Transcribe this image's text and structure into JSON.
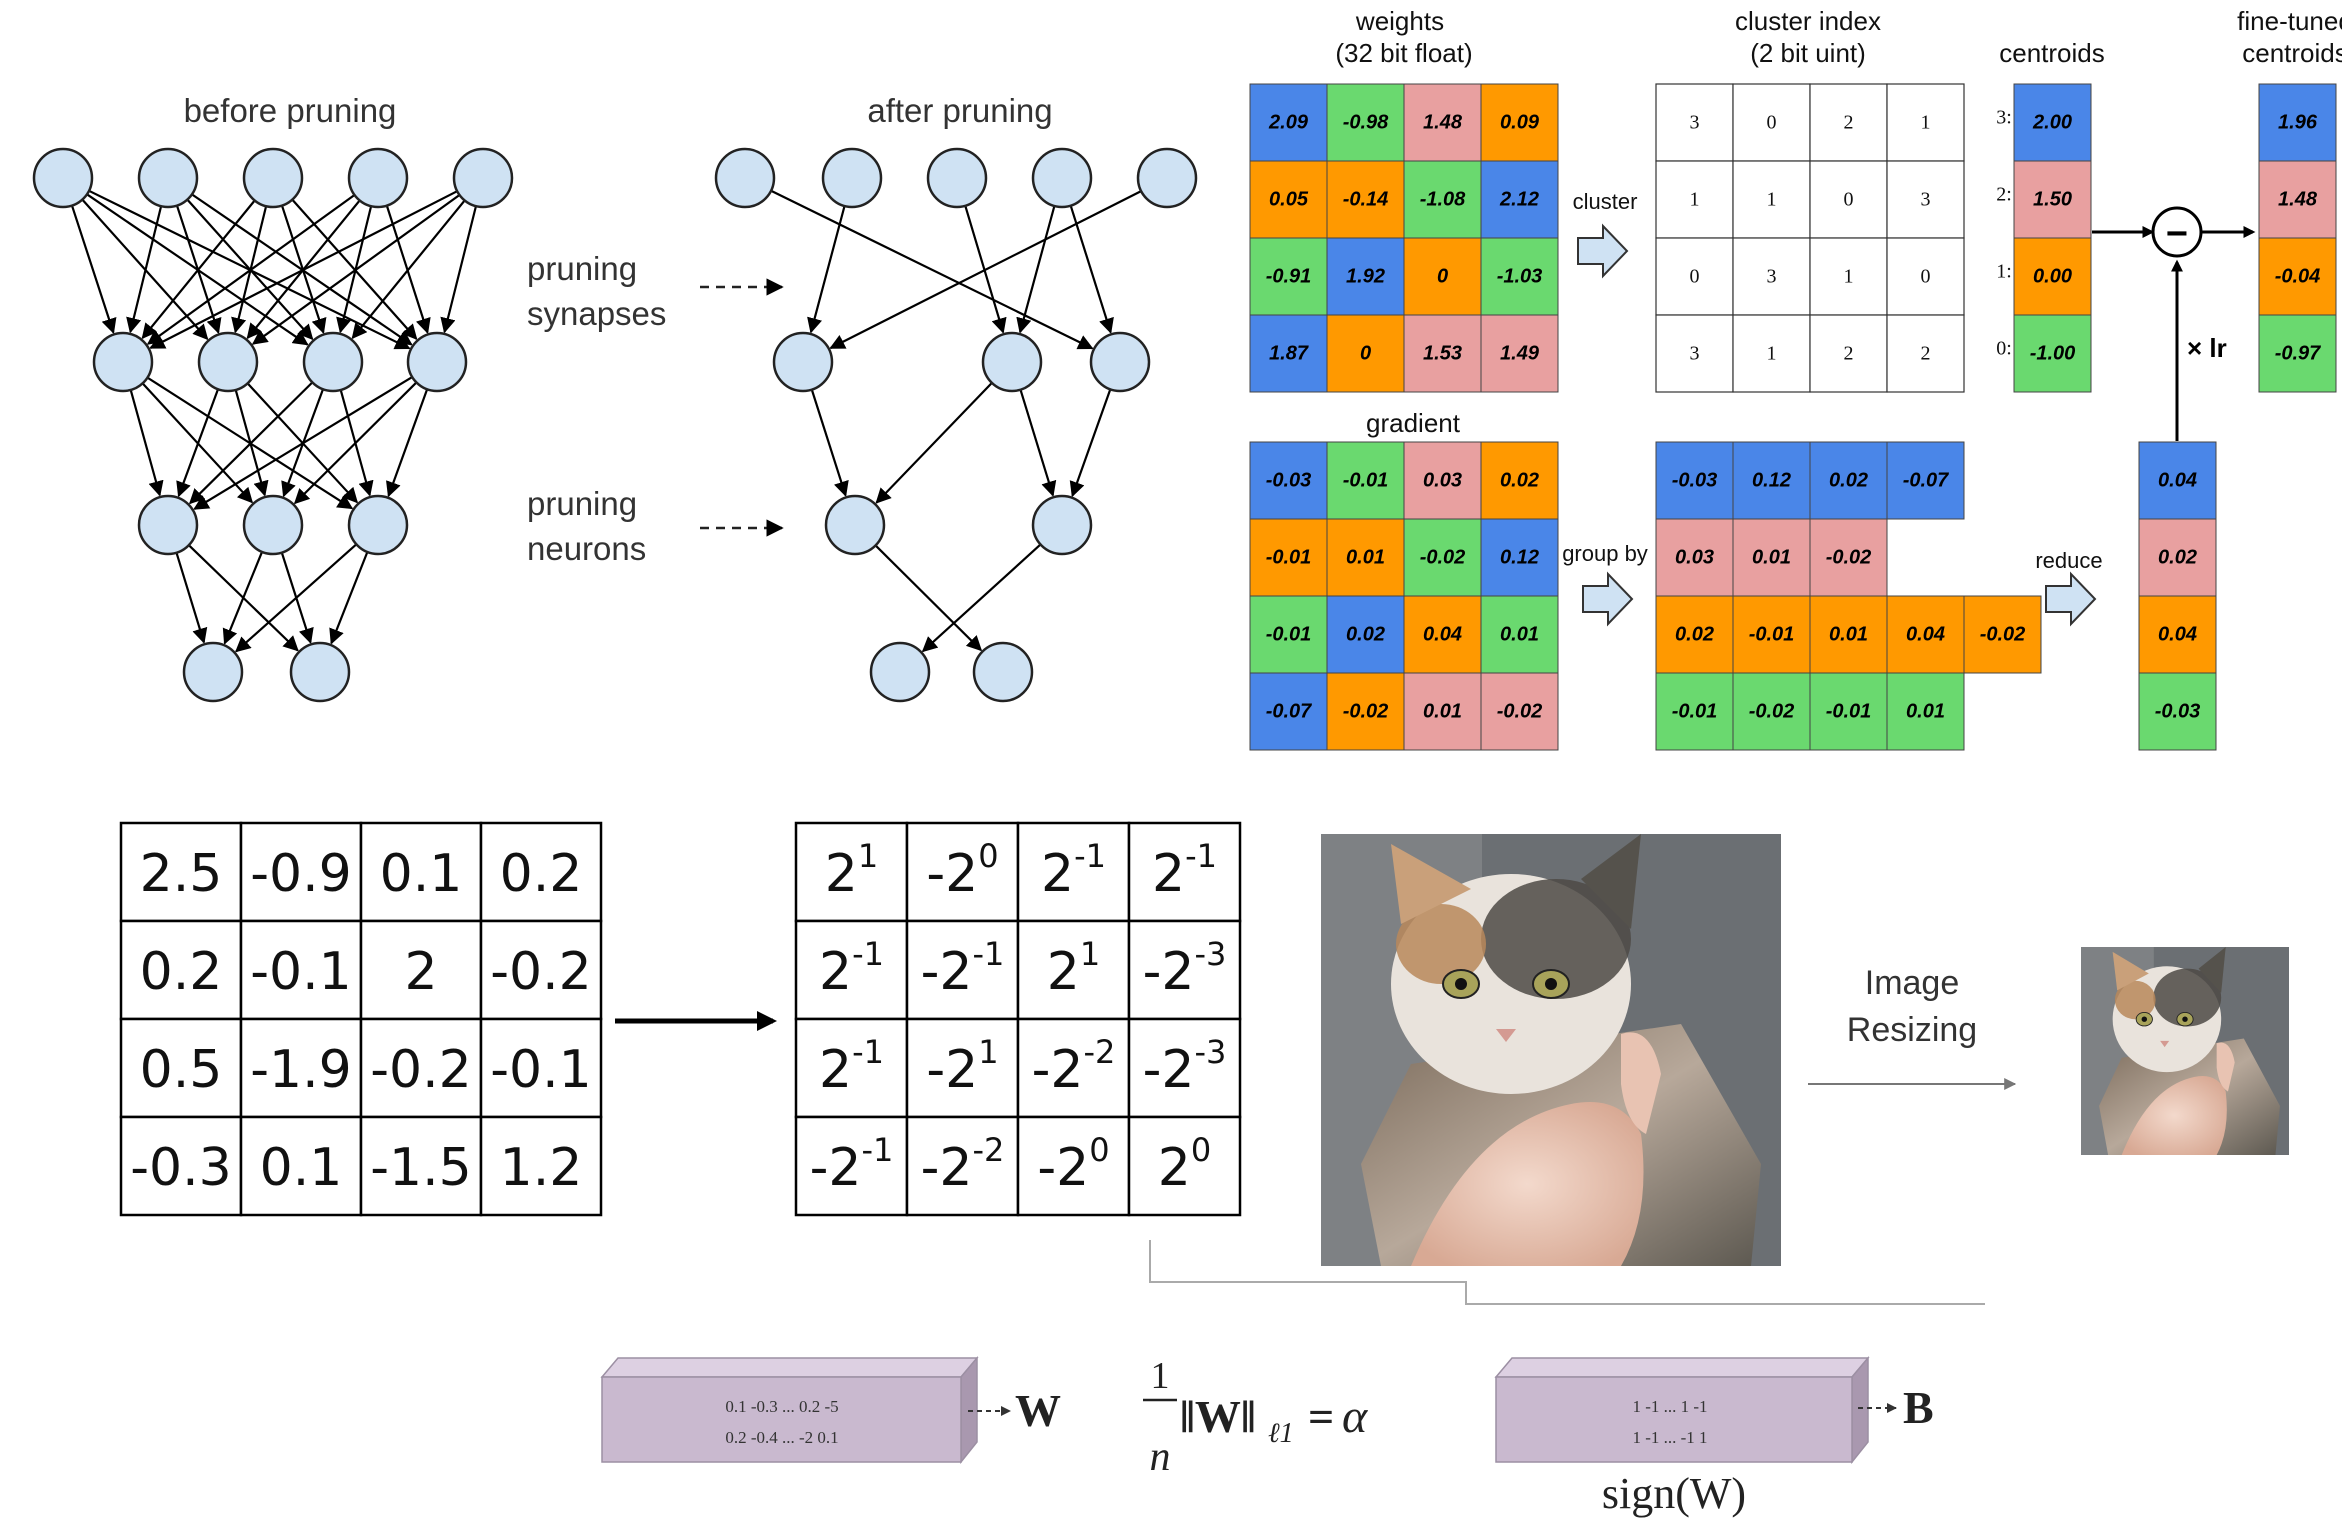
{
  "colors": {
    "blue": "#4a86e8",
    "green": "#6ad96f",
    "pink": "#e8a0a0",
    "orange": "#ff9900",
    "neuron": "#cfe2f3",
    "box": "#c8b8cc"
  },
  "pruning": {
    "before_label": "before pruning",
    "after_label": "after pruning",
    "synapses_label_line1": "pruning",
    "synapses_label_line2": "synapses",
    "neurons_label_line1": "pruning",
    "neurons_label_line2": "neurons"
  },
  "clustering": {
    "weights_title_line1": "weights",
    "weights_title_line2": "(32 bit float)",
    "cluster_index_title_line1": "cluster index",
    "cluster_index_title_line2": "(2 bit uint)",
    "centroids_title": "centroids",
    "finetuned_title_line1": "fine-tuned",
    "finetuned_title_line2": "centroids",
    "gradient_title": "gradient",
    "cluster_arrow_label": "cluster",
    "groupby_arrow_label": "group by",
    "reduce_arrow_label": "reduce",
    "lr_label": "× lr",
    "minus_label": "−",
    "weights": [
      [
        {
          "v": "2.09",
          "c": "blue"
        },
        {
          "v": "-0.98",
          "c": "green"
        },
        {
          "v": "1.48",
          "c": "pink"
        },
        {
          "v": "0.09",
          "c": "orange"
        }
      ],
      [
        {
          "v": "0.05",
          "c": "orange"
        },
        {
          "v": "-0.14",
          "c": "orange"
        },
        {
          "v": "-1.08",
          "c": "green"
        },
        {
          "v": "2.12",
          "c": "blue"
        }
      ],
      [
        {
          "v": "-0.91",
          "c": "green"
        },
        {
          "v": "1.92",
          "c": "blue"
        },
        {
          "v": "0",
          "c": "orange"
        },
        {
          "v": "-1.03",
          "c": "green"
        }
      ],
      [
        {
          "v": "1.87",
          "c": "blue"
        },
        {
          "v": "0",
          "c": "orange"
        },
        {
          "v": "1.53",
          "c": "pink"
        },
        {
          "v": "1.49",
          "c": "pink"
        }
      ]
    ],
    "cluster_index": [
      [
        "3",
        "0",
        "2",
        "1"
      ],
      [
        "1",
        "1",
        "0",
        "3"
      ],
      [
        "0",
        "3",
        "1",
        "0"
      ],
      [
        "3",
        "1",
        "2",
        "2"
      ]
    ],
    "centroids": [
      {
        "label": "3:",
        "v": "2.00",
        "c": "blue"
      },
      {
        "label": "2:",
        "v": "1.50",
        "c": "pink"
      },
      {
        "label": "1:",
        "v": "0.00",
        "c": "orange"
      },
      {
        "label": "0:",
        "v": "-1.00",
        "c": "green"
      }
    ],
    "finetuned": [
      {
        "v": "1.96",
        "c": "blue"
      },
      {
        "v": "1.48",
        "c": "pink"
      },
      {
        "v": "-0.04",
        "c": "orange"
      },
      {
        "v": "-0.97",
        "c": "green"
      }
    ],
    "gradient": [
      [
        {
          "v": "-0.03",
          "c": "blue"
        },
        {
          "v": "-0.01",
          "c": "green"
        },
        {
          "v": "0.03",
          "c": "pink"
        },
        {
          "v": "0.02",
          "c": "orange"
        }
      ],
      [
        {
          "v": "-0.01",
          "c": "orange"
        },
        {
          "v": "0.01",
          "c": "orange"
        },
        {
          "v": "-0.02",
          "c": "green"
        },
        {
          "v": "0.12",
          "c": "blue"
        }
      ],
      [
        {
          "v": "-0.01",
          "c": "green"
        },
        {
          "v": "0.02",
          "c": "blue"
        },
        {
          "v": "0.04",
          "c": "orange"
        },
        {
          "v": "0.01",
          "c": "green"
        }
      ],
      [
        {
          "v": "-0.07",
          "c": "blue"
        },
        {
          "v": "-0.02",
          "c": "orange"
        },
        {
          "v": "0.01",
          "c": "pink"
        },
        {
          "v": "-0.02",
          "c": "pink"
        }
      ]
    ],
    "grouped": [
      {
        "c": "blue",
        "vals": [
          "-0.03",
          "0.12",
          "0.02",
          "-0.07"
        ]
      },
      {
        "c": "pink",
        "vals": [
          "0.03",
          "0.01",
          "-0.02"
        ]
      },
      {
        "c": "orange",
        "vals": [
          "0.02",
          "-0.01",
          "0.01",
          "0.04",
          "-0.02"
        ]
      },
      {
        "c": "green",
        "vals": [
          "-0.01",
          "-0.02",
          "-0.01",
          "0.01"
        ]
      }
    ],
    "reduced": [
      {
        "v": "0.04",
        "c": "blue"
      },
      {
        "v": "0.02",
        "c": "pink"
      },
      {
        "v": "0.04",
        "c": "orange"
      },
      {
        "v": "-0.03",
        "c": "green"
      }
    ]
  },
  "quantization": {
    "weights_matrix": [
      [
        "2.5",
        "-0.9",
        "0.1",
        "0.2"
      ],
      [
        "0.2",
        "-0.1",
        "2",
        "-0.2"
      ],
      [
        "0.5",
        "-1.9",
        "-0.2",
        "-0.1"
      ],
      [
        "-0.3",
        "0.1",
        "-1.5",
        "1.2"
      ]
    ],
    "pow2_matrix": [
      [
        {
          "b": "2",
          "e": "1"
        },
        {
          "b": "-2",
          "e": "0"
        },
        {
          "b": "2",
          "e": "-1"
        },
        {
          "b": "2",
          "e": "-1"
        }
      ],
      [
        {
          "b": "2",
          "e": "-1"
        },
        {
          "b": "-2",
          "e": "-1"
        },
        {
          "b": "2",
          "e": "1"
        },
        {
          "b": "-2",
          "e": "-3"
        }
      ],
      [
        {
          "b": "2",
          "e": "-1"
        },
        {
          "b": "-2",
          "e": "1"
        },
        {
          "b": "-2",
          "e": "-2"
        },
        {
          "b": "-2",
          "e": "-3"
        }
      ],
      [
        {
          "b": "-2",
          "e": "-1"
        },
        {
          "b": "-2",
          "e": "-2"
        },
        {
          "b": "-2",
          "e": "0"
        },
        {
          "b": "2",
          "e": "0"
        }
      ]
    ]
  },
  "resizing": {
    "label_line1": "Image",
    "label_line2": "Resizing"
  },
  "binarization": {
    "w_box_line1": "0.1 -0.3 ... 0.2 -5",
    "w_box_line2": "0.2 -0.4 ... -2 0.1",
    "w_label": "W",
    "formula_num": "1",
    "formula_den": "n",
    "formula_norm": "‖W‖",
    "formula_sub": "ℓ1",
    "formula_eq": "=",
    "formula_alpha": "α",
    "b_box_line1": "1 -1 ... 1 -1",
    "b_box_line2": "1 -1 ... -1 1",
    "b_label": "B",
    "sign_label": "sign(W)"
  }
}
